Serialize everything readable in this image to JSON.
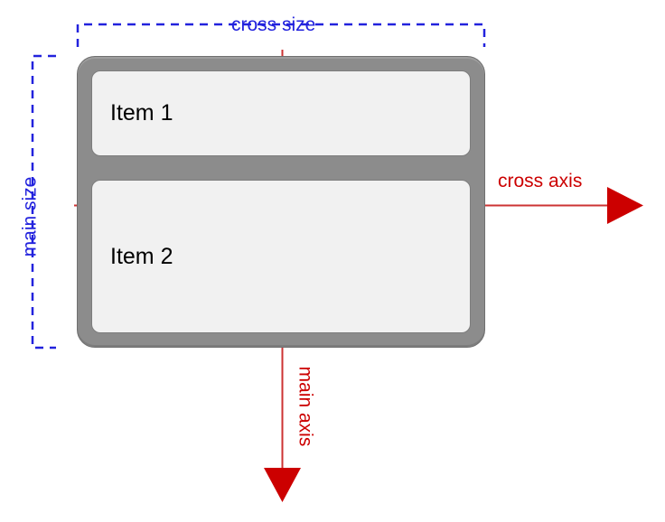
{
  "diagram": {
    "title": "flexbox main axis / cross axis with column direction",
    "background_color": "#ffffff",
    "container": {
      "name": "flex-container",
      "fill_color": "#8c8c8c",
      "border_color": "#6f6f6f",
      "items": [
        {
          "label": "Item 1",
          "fill_color": "#f1f1f1",
          "border_color": "#7d7d7d"
        },
        {
          "label": "Item 2",
          "fill_color": "#f1f1f1",
          "border_color": "#7d7d7d"
        }
      ]
    },
    "measure_labels": {
      "color": "#2222dd",
      "cross_size": "cross size",
      "main_size": "main size"
    },
    "axis_labels": {
      "color": "#cc0000",
      "cross_axis": "cross axis",
      "main_axis": "main axis"
    }
  }
}
